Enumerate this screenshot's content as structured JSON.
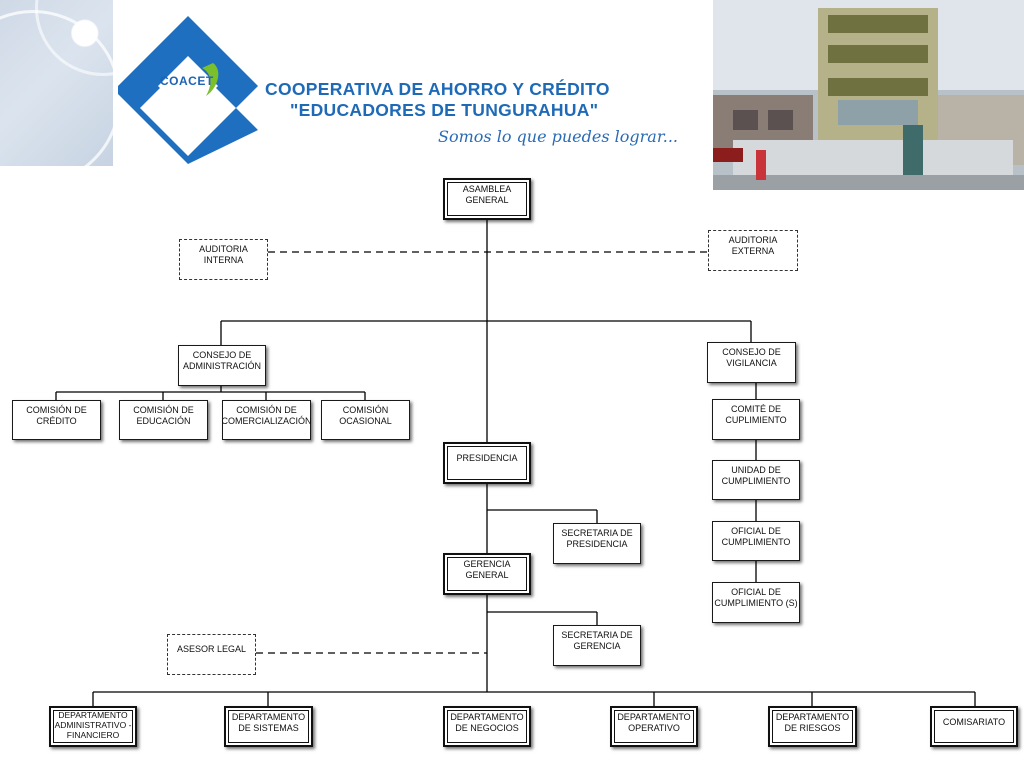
{
  "header": {
    "logo_text": "COACET",
    "org_name_line1": "COOPERATIVA DE AHORRO Y CRÉDITO",
    "org_name_line2": "\"EDUCADORES DE TUNGURAHUA\"",
    "slogan": "Somos lo que puedes lograr...",
    "photo_icon": "building-photo"
  },
  "orgchart": {
    "asamblea": "ASAMBLEA GENERAL",
    "auditoria_interna": "AUDITORIA INTERNA",
    "auditoria_externa": "AUDITORIA EXTERNA",
    "consejo_administracion": "CONSEJO DE ADMINISTRACIÓN",
    "consejo_vigilancia": "CONSEJO DE VIGILANCIA",
    "comisiones": [
      "COMISIÓN DE CRÉDITO",
      "COMISIÓN DE EDUCACIÓN",
      "COMISIÓN DE COMERCIALIZACIÓN",
      "COMISIÓN OCASIONAL"
    ],
    "cumplimiento": [
      "COMITÉ DE CUPLIMIENTO",
      "UNIDAD DE CUMPLIMIENTO",
      "OFICIAL DE CUMPLIMIENTO",
      "OFICIAL DE CUMPLIMIENTO (S)"
    ],
    "presidencia": "PRESIDENCIA",
    "secretaria_presidencia": "SECRETARIA DE PRESIDENCIA",
    "gerencia": "GERENCIA GENERAL",
    "secretaria_gerencia": "SECRETARIA DE GERENCIA",
    "asesor_legal": "ASESOR LEGAL",
    "departamentos": [
      "DEPARTAMENTO ADMINISTRATIVO - FINANCIERO",
      "DEPARTAMENTO DE SISTEMAS",
      "DEPARTAMENTO DE NEGOCIOS",
      "DEPARTAMENTO OPERATIVO",
      "DEPARTAMENTO DE RIESGOS",
      "COMISARIATO"
    ]
  }
}
